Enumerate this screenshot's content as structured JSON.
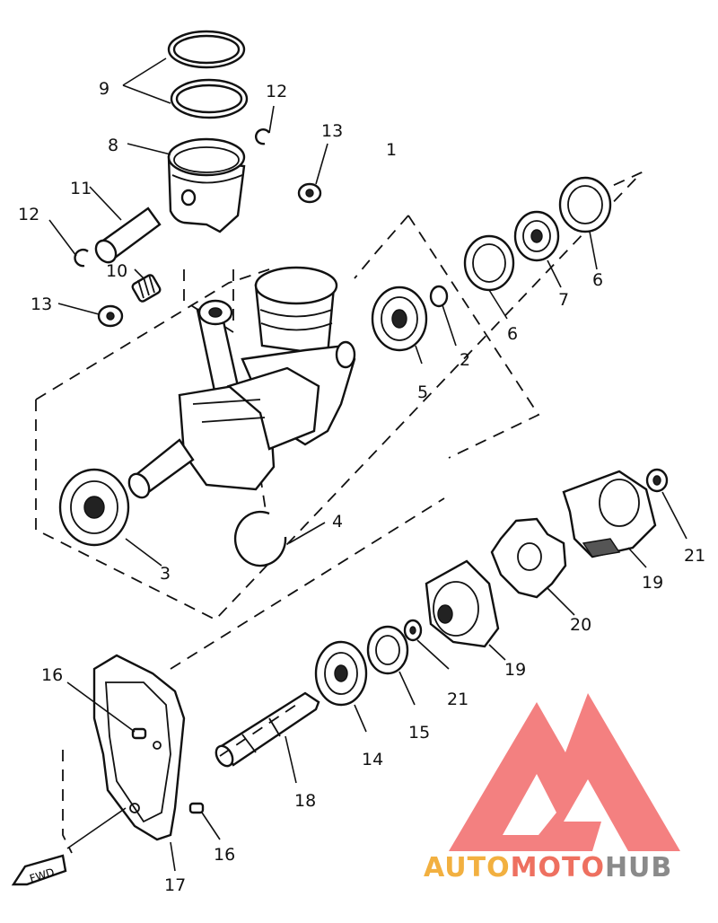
{
  "callouts": {
    "c1": "1",
    "c2": "2",
    "c3": "3",
    "c4": "4",
    "c5": "5",
    "c6a": "6",
    "c6b": "6",
    "c7": "7",
    "c8": "8",
    "c9": "9",
    "c10": "10",
    "c11": "11",
    "c12a": "12",
    "c12b": "12",
    "c13a": "13",
    "c13b": "13",
    "c14": "14",
    "c15": "15",
    "c16a": "16",
    "c16b": "16",
    "c17": "17",
    "c18": "18",
    "c19a": "19",
    "c19b": "19",
    "c20": "20",
    "c21a": "21",
    "c21b": "21"
  },
  "fwd_label": "FWD",
  "watermark": {
    "part1": "AUTO",
    "part2": "MOTO",
    "part3": "HUB",
    "colors": {
      "auto": "#f2b040",
      "moto": "#ee7060",
      "hub": "#8a8a8a",
      "logo": "#f26a6a"
    }
  }
}
